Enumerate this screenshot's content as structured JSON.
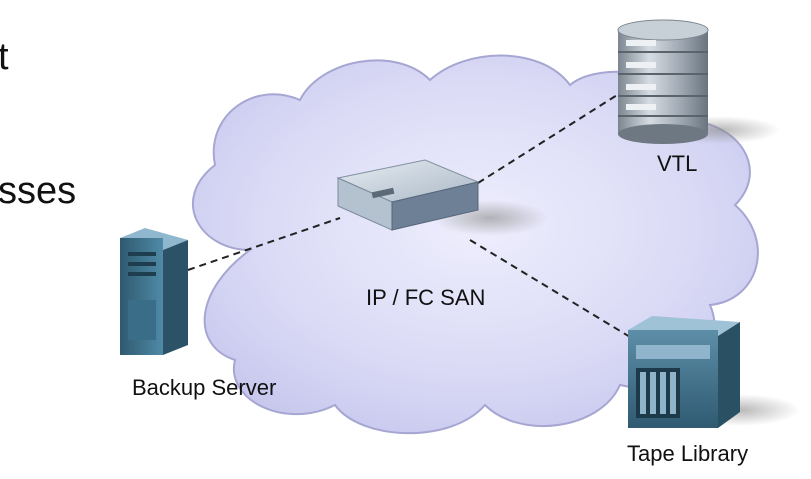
{
  "slide": {
    "line1_fragment": "t",
    "line2_fragment": "sses"
  },
  "diagram": {
    "nodes": {
      "vtl": {
        "label": "VTL"
      },
      "san": {
        "label": "IP / FC SAN"
      },
      "backup_server": {
        "label": "Backup Server"
      },
      "tape_library": {
        "label": "Tape Library"
      }
    },
    "connection_style": "dashed",
    "colors": {
      "cloud_fill": "#d4d4f4",
      "cloud_edge": "#9a9acb",
      "server_body": "#4a7d96",
      "switch_body": "#c8d4e0",
      "vtl_body": "#9aa4ae"
    }
  }
}
